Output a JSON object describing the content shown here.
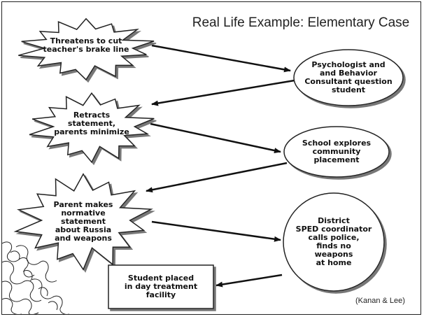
{
  "title": "Real Life Example: Elementary Case",
  "citation": "(Kanan & Lee)",
  "nodes": [
    {
      "shape": "starburst",
      "text": "Threatens to cut teacher's brake line"
    },
    {
      "shape": "ellipse",
      "text": "Psychologist and and Behavior Consultant question student"
    },
    {
      "shape": "starburst",
      "text": "Retracts statement, parents minimize"
    },
    {
      "shape": "ellipse",
      "text": "School explores community placement"
    },
    {
      "shape": "starburst",
      "text": "Parent makes normative statement about Russia and weapons"
    },
    {
      "shape": "ellipse",
      "text": "District SPED coordinator calls police, finds no weapons at home"
    },
    {
      "shape": "rectangle",
      "text": "Student placed in day treatment facility"
    }
  ],
  "edges": [
    {
      "from": 0,
      "to": 1
    },
    {
      "from": 1,
      "to": 2
    },
    {
      "from": 2,
      "to": 3
    },
    {
      "from": 3,
      "to": 4
    },
    {
      "from": 4,
      "to": 5
    },
    {
      "from": 5,
      "to": 6
    }
  ],
  "decoration": "puzzle-pieces"
}
